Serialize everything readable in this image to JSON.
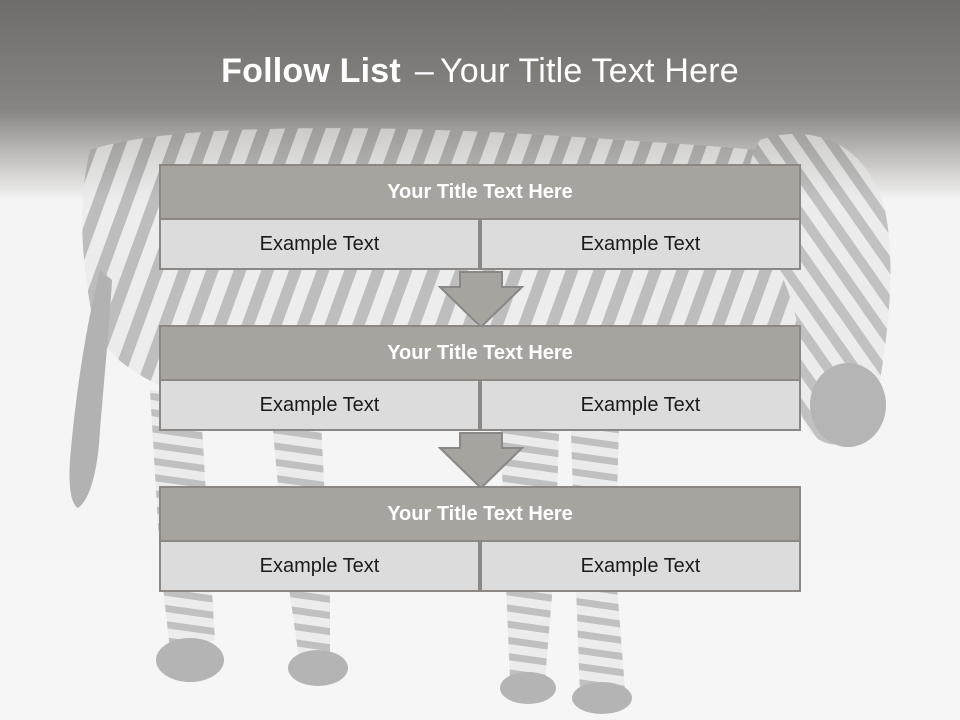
{
  "slide": {
    "title_bold": "Follow List",
    "title_dash": "–",
    "title_rest": "Your Title Text Here"
  },
  "blocks": [
    {
      "title": "Your Title Text Here",
      "left": "Example Text",
      "right": "Example Text"
    },
    {
      "title": "Your Title Text Here",
      "left": "Example Text",
      "right": "Example Text"
    },
    {
      "title": "Your Title Text Here",
      "left": "Example Text",
      "right": "Example Text"
    }
  ],
  "colors": {
    "header_band": "#7a7875",
    "block_title_bg": "#a7a4a0",
    "cell_bg": "#dcdcdc",
    "border": "#8a8784",
    "arrow": "#a7a4a0"
  },
  "icons": [
    "zebra-image",
    "down-arrow-icon"
  ]
}
